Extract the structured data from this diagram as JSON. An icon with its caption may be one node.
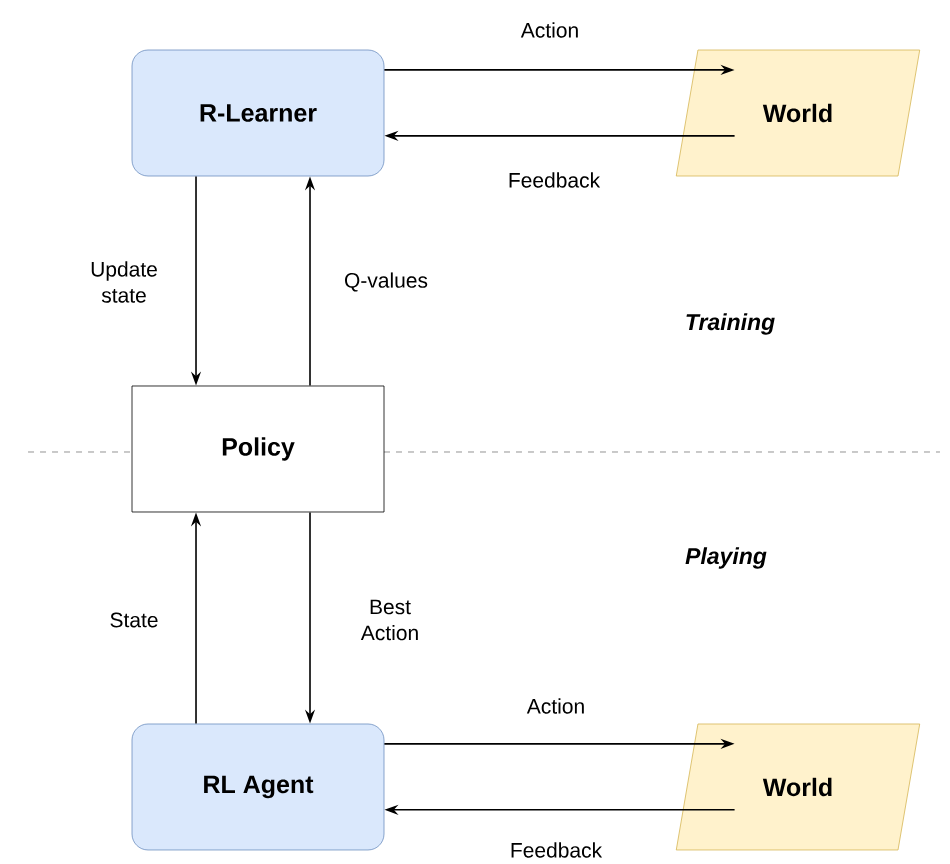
{
  "diagram": {
    "nodes": [
      {
        "text": [
          "R-Learner"
        ]
      },
      {
        "text": [
          "World"
        ]
      },
      {
        "text": [
          "Policy"
        ]
      },
      {
        "text": [
          "RL Agent"
        ]
      },
      {
        "text": [
          "World"
        ]
      }
    ],
    "edges": [
      {
        "from": 0,
        "to": 1,
        "arrow": "to",
        "label": "Action"
      },
      {
        "from": 1,
        "to": 0,
        "arrow": "to",
        "label": "Feedback"
      },
      {
        "from": 0,
        "to": 2,
        "arrow": "to",
        "label": "Update state"
      },
      {
        "from": 2,
        "to": 0,
        "arrow": "to",
        "label": "Q-values"
      },
      {
        "from": 3,
        "to": 2,
        "arrow": "to",
        "label": "State"
      },
      {
        "from": 2,
        "to": 3,
        "arrow": "to",
        "label": "Best Action"
      },
      {
        "from": 3,
        "to": 4,
        "arrow": "to",
        "label": "Action"
      },
      {
        "from": 4,
        "to": 3,
        "arrow": "to",
        "label": "Feedback"
      }
    ],
    "labels": [
      "Training",
      "Playing"
    ]
  }
}
